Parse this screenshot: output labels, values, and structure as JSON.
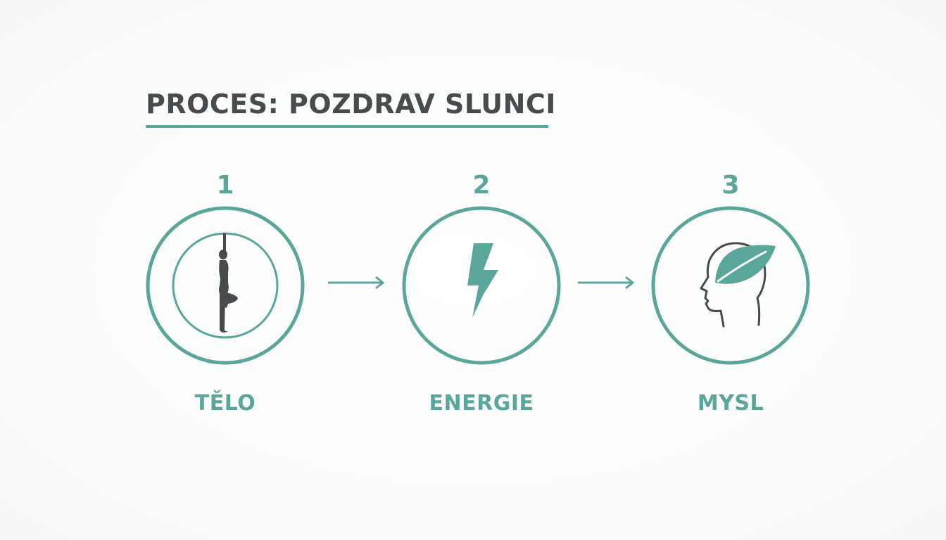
{
  "title": "PROCES: POZDRAV SLUNCI",
  "colors": {
    "accent": "#5aa69b",
    "dark": "#474b4d",
    "background": "#fbfcfc"
  },
  "steps": [
    {
      "number": "1",
      "label": "TĚLO",
      "icon": "yoga-tree-pose-icon"
    },
    {
      "number": "2",
      "label": "ENERGIE",
      "icon": "lightning-bolt-icon"
    },
    {
      "number": "3",
      "label": "MYSL",
      "icon": "head-with-leaf-icon"
    }
  ]
}
